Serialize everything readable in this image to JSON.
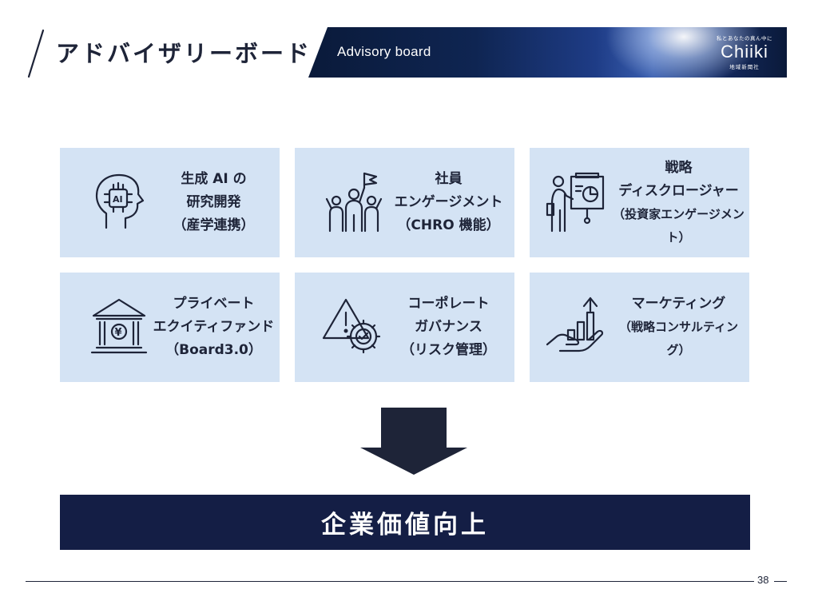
{
  "header": {
    "title": "アドバイザリーボード",
    "banner_label": "Advisory board",
    "logo": {
      "tagline": "私とあなたの真ん中に",
      "name": "Chiiki",
      "sub": "地域新聞社"
    }
  },
  "cards": [
    {
      "lines": [
        "生成 AI の",
        "研究開発",
        "（産学連携）"
      ],
      "icon": "ai-head-icon"
    },
    {
      "lines": [
        "社員",
        "エンゲージメント",
        "（CHRO 機能）"
      ],
      "icon": "team-flag-icon"
    },
    {
      "lines": [
        "戦略",
        "ディスクロージャー",
        "（投資家エンゲージメント）"
      ],
      "icon": "presentation-icon"
    },
    {
      "lines": [
        "プライベート",
        "エクイティファンド",
        "（Board3.0）"
      ],
      "icon": "bank-yen-icon"
    },
    {
      "lines": [
        "コーポレート",
        "ガバナンス",
        "（リスク管理）"
      ],
      "icon": "warning-gear-icon"
    },
    {
      "lines": [
        "マーケティング",
        "（戦略コンサルティング）"
      ],
      "icon": "growth-hand-icon"
    }
  ],
  "result": "企業価値向上",
  "footer": {
    "page_number": "38"
  },
  "colors": {
    "card_bg": "#d4e3f4",
    "navy": "#141e45",
    "text": "#1e2438"
  }
}
